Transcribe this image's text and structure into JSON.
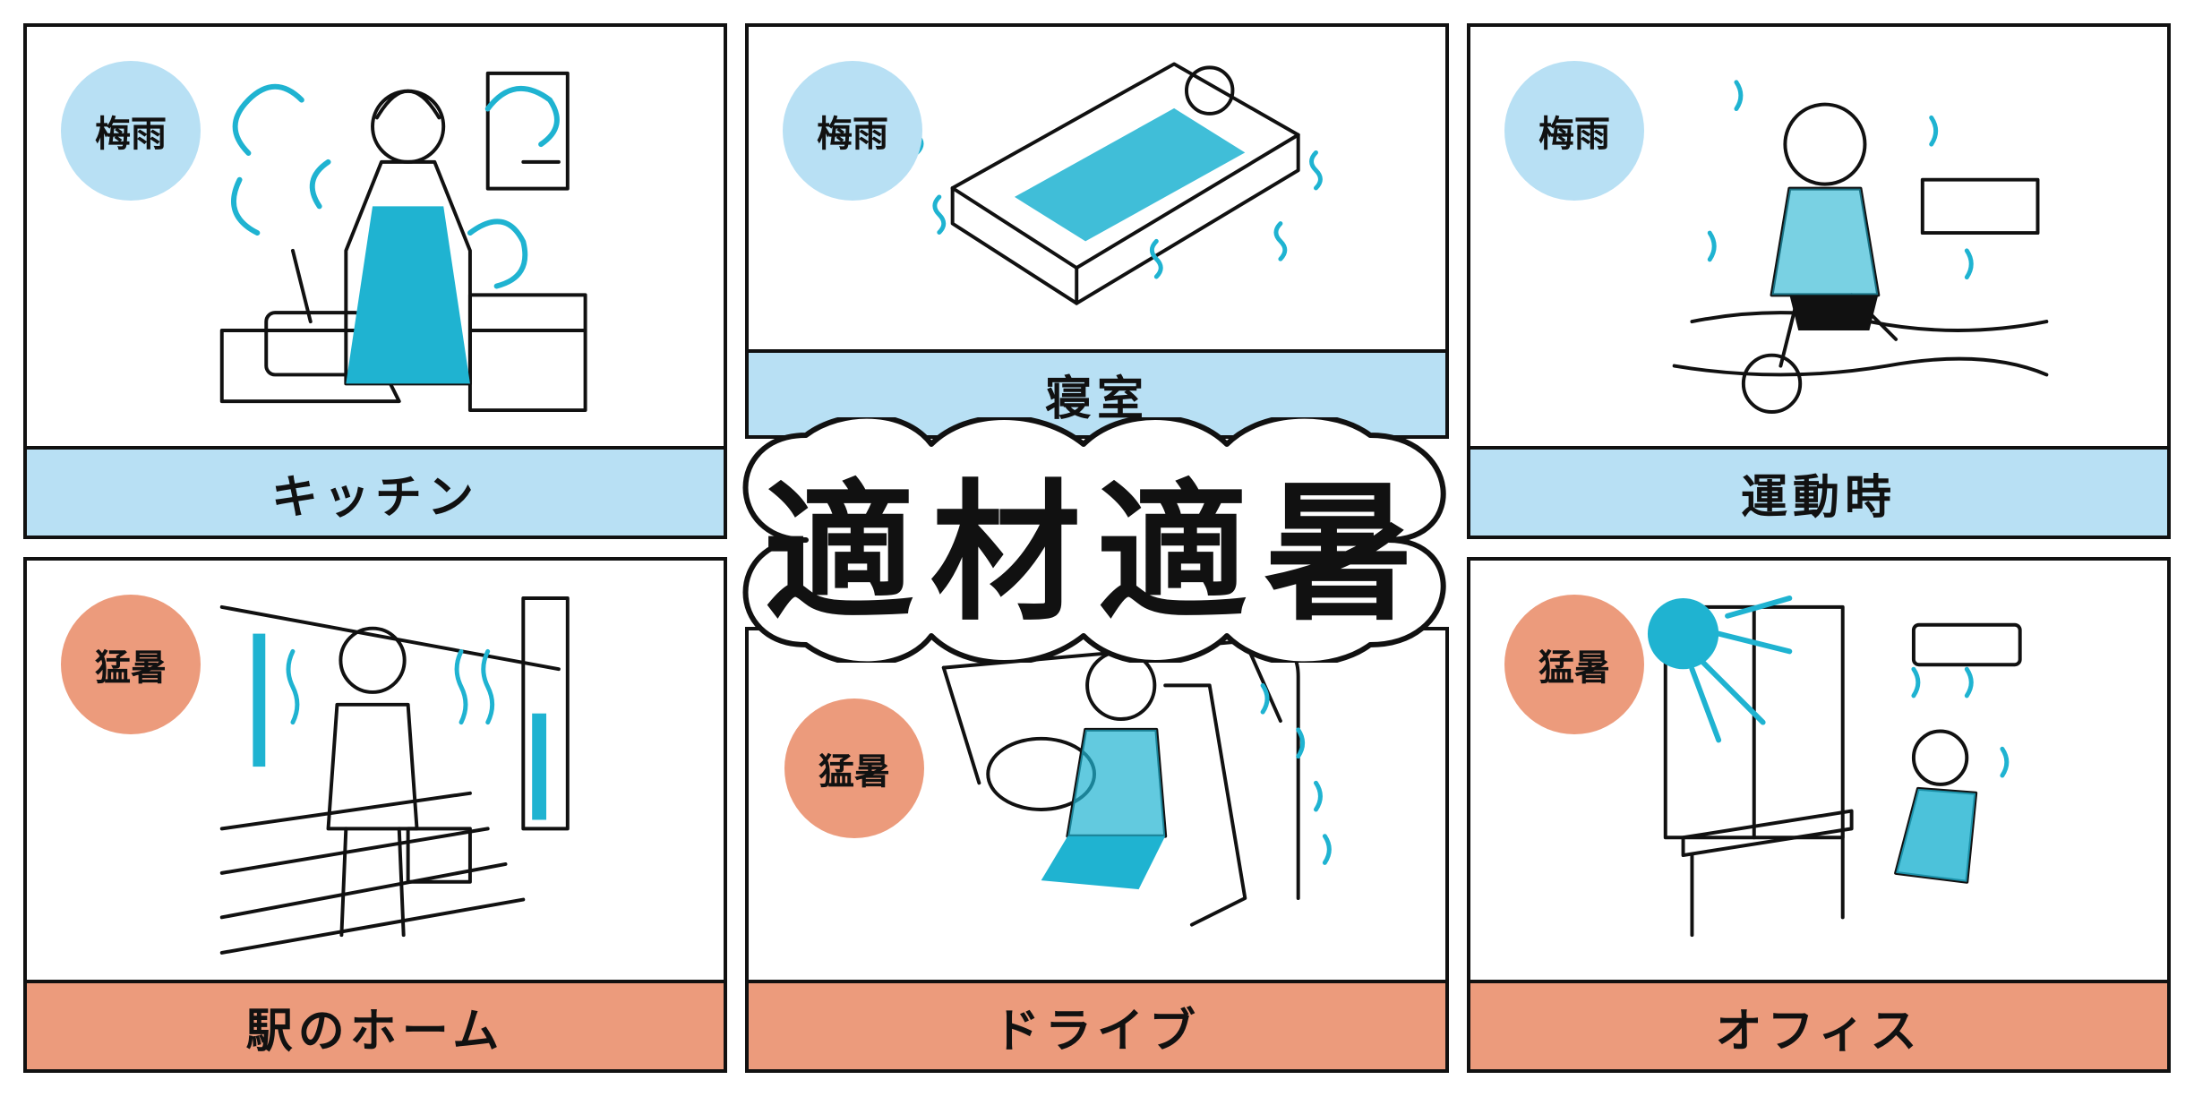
{
  "title": "適材適暑",
  "panels": [
    {
      "id": "kitchen",
      "badge": "梅雨",
      "label": "キッチン"
    },
    {
      "id": "bedroom",
      "badge": "梅雨",
      "label": "寝室"
    },
    {
      "id": "exercise",
      "badge": "梅雨",
      "label": "運動時"
    },
    {
      "id": "station",
      "badge": "猛暑",
      "label": "駅のホーム"
    },
    {
      "id": "drive",
      "badge": "猛暑",
      "label": "ドライブ"
    },
    {
      "id": "office",
      "badge": "猛暑",
      "label": "オフィス"
    }
  ],
  "colors": {
    "rainy": "#b8e0f4",
    "hot": "#ec9b7c",
    "accent": "#1fb3d1",
    "line": "#111111"
  }
}
